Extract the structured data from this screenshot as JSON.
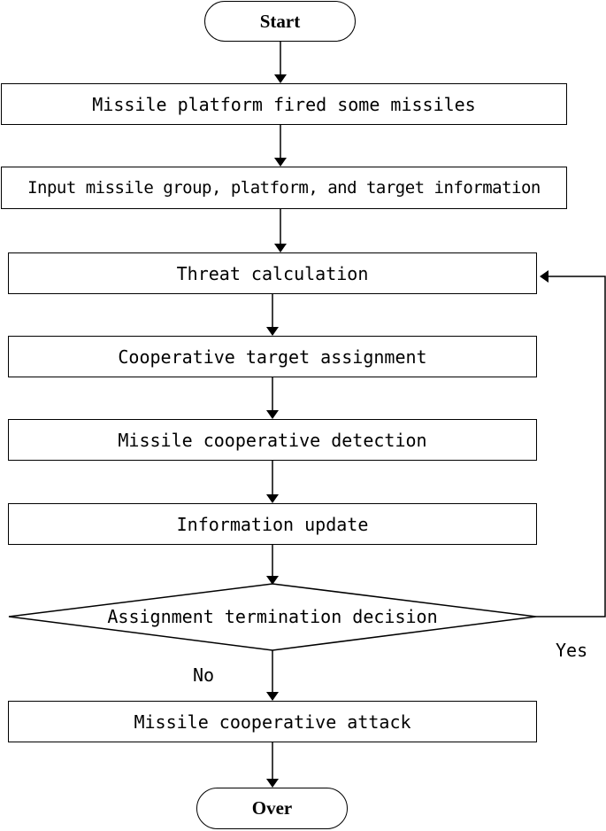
{
  "flowchart": {
    "start": "Start",
    "step_fire": "Missile platform fired some missiles",
    "step_input": "Input missile group, platform, and target information",
    "step_threat": "Threat calculation",
    "step_assign": "Cooperative target assignment",
    "step_detect": "Missile cooperative detection",
    "step_update": "Information update",
    "decision": "Assignment termination decision",
    "label_yes": "Yes",
    "label_no": "No",
    "step_attack": "Missile cooperative attack",
    "end": "Over"
  }
}
